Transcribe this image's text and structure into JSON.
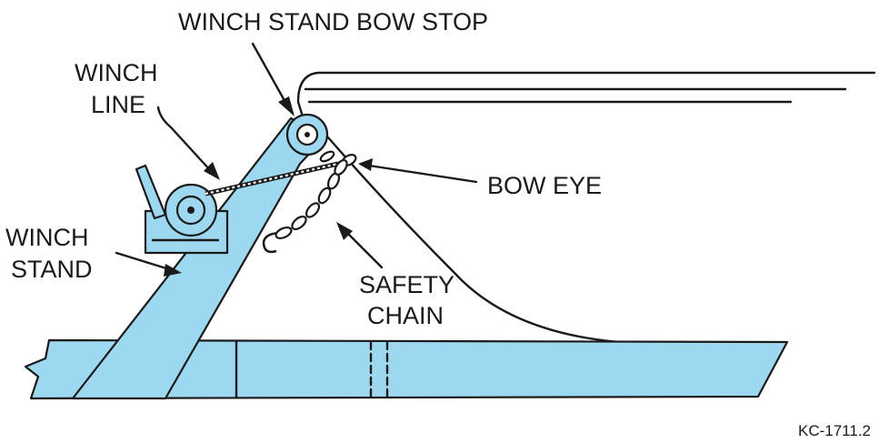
{
  "labels": {
    "winch_stand_bow_stop": "WINCH STAND BOW STOP",
    "winch_line": [
      "WINCH",
      "LINE"
    ],
    "winch_stand": [
      "WINCH",
      "STAND"
    ],
    "bow_eye": "BOW EYE",
    "safety_chain": [
      "SAFETY",
      "CHAIN"
    ]
  },
  "figure_code": "KC-1711.2",
  "colors": {
    "part_fill": "#9ed8f0",
    "outline": "#1a1a1a",
    "background": "#ffffff"
  }
}
